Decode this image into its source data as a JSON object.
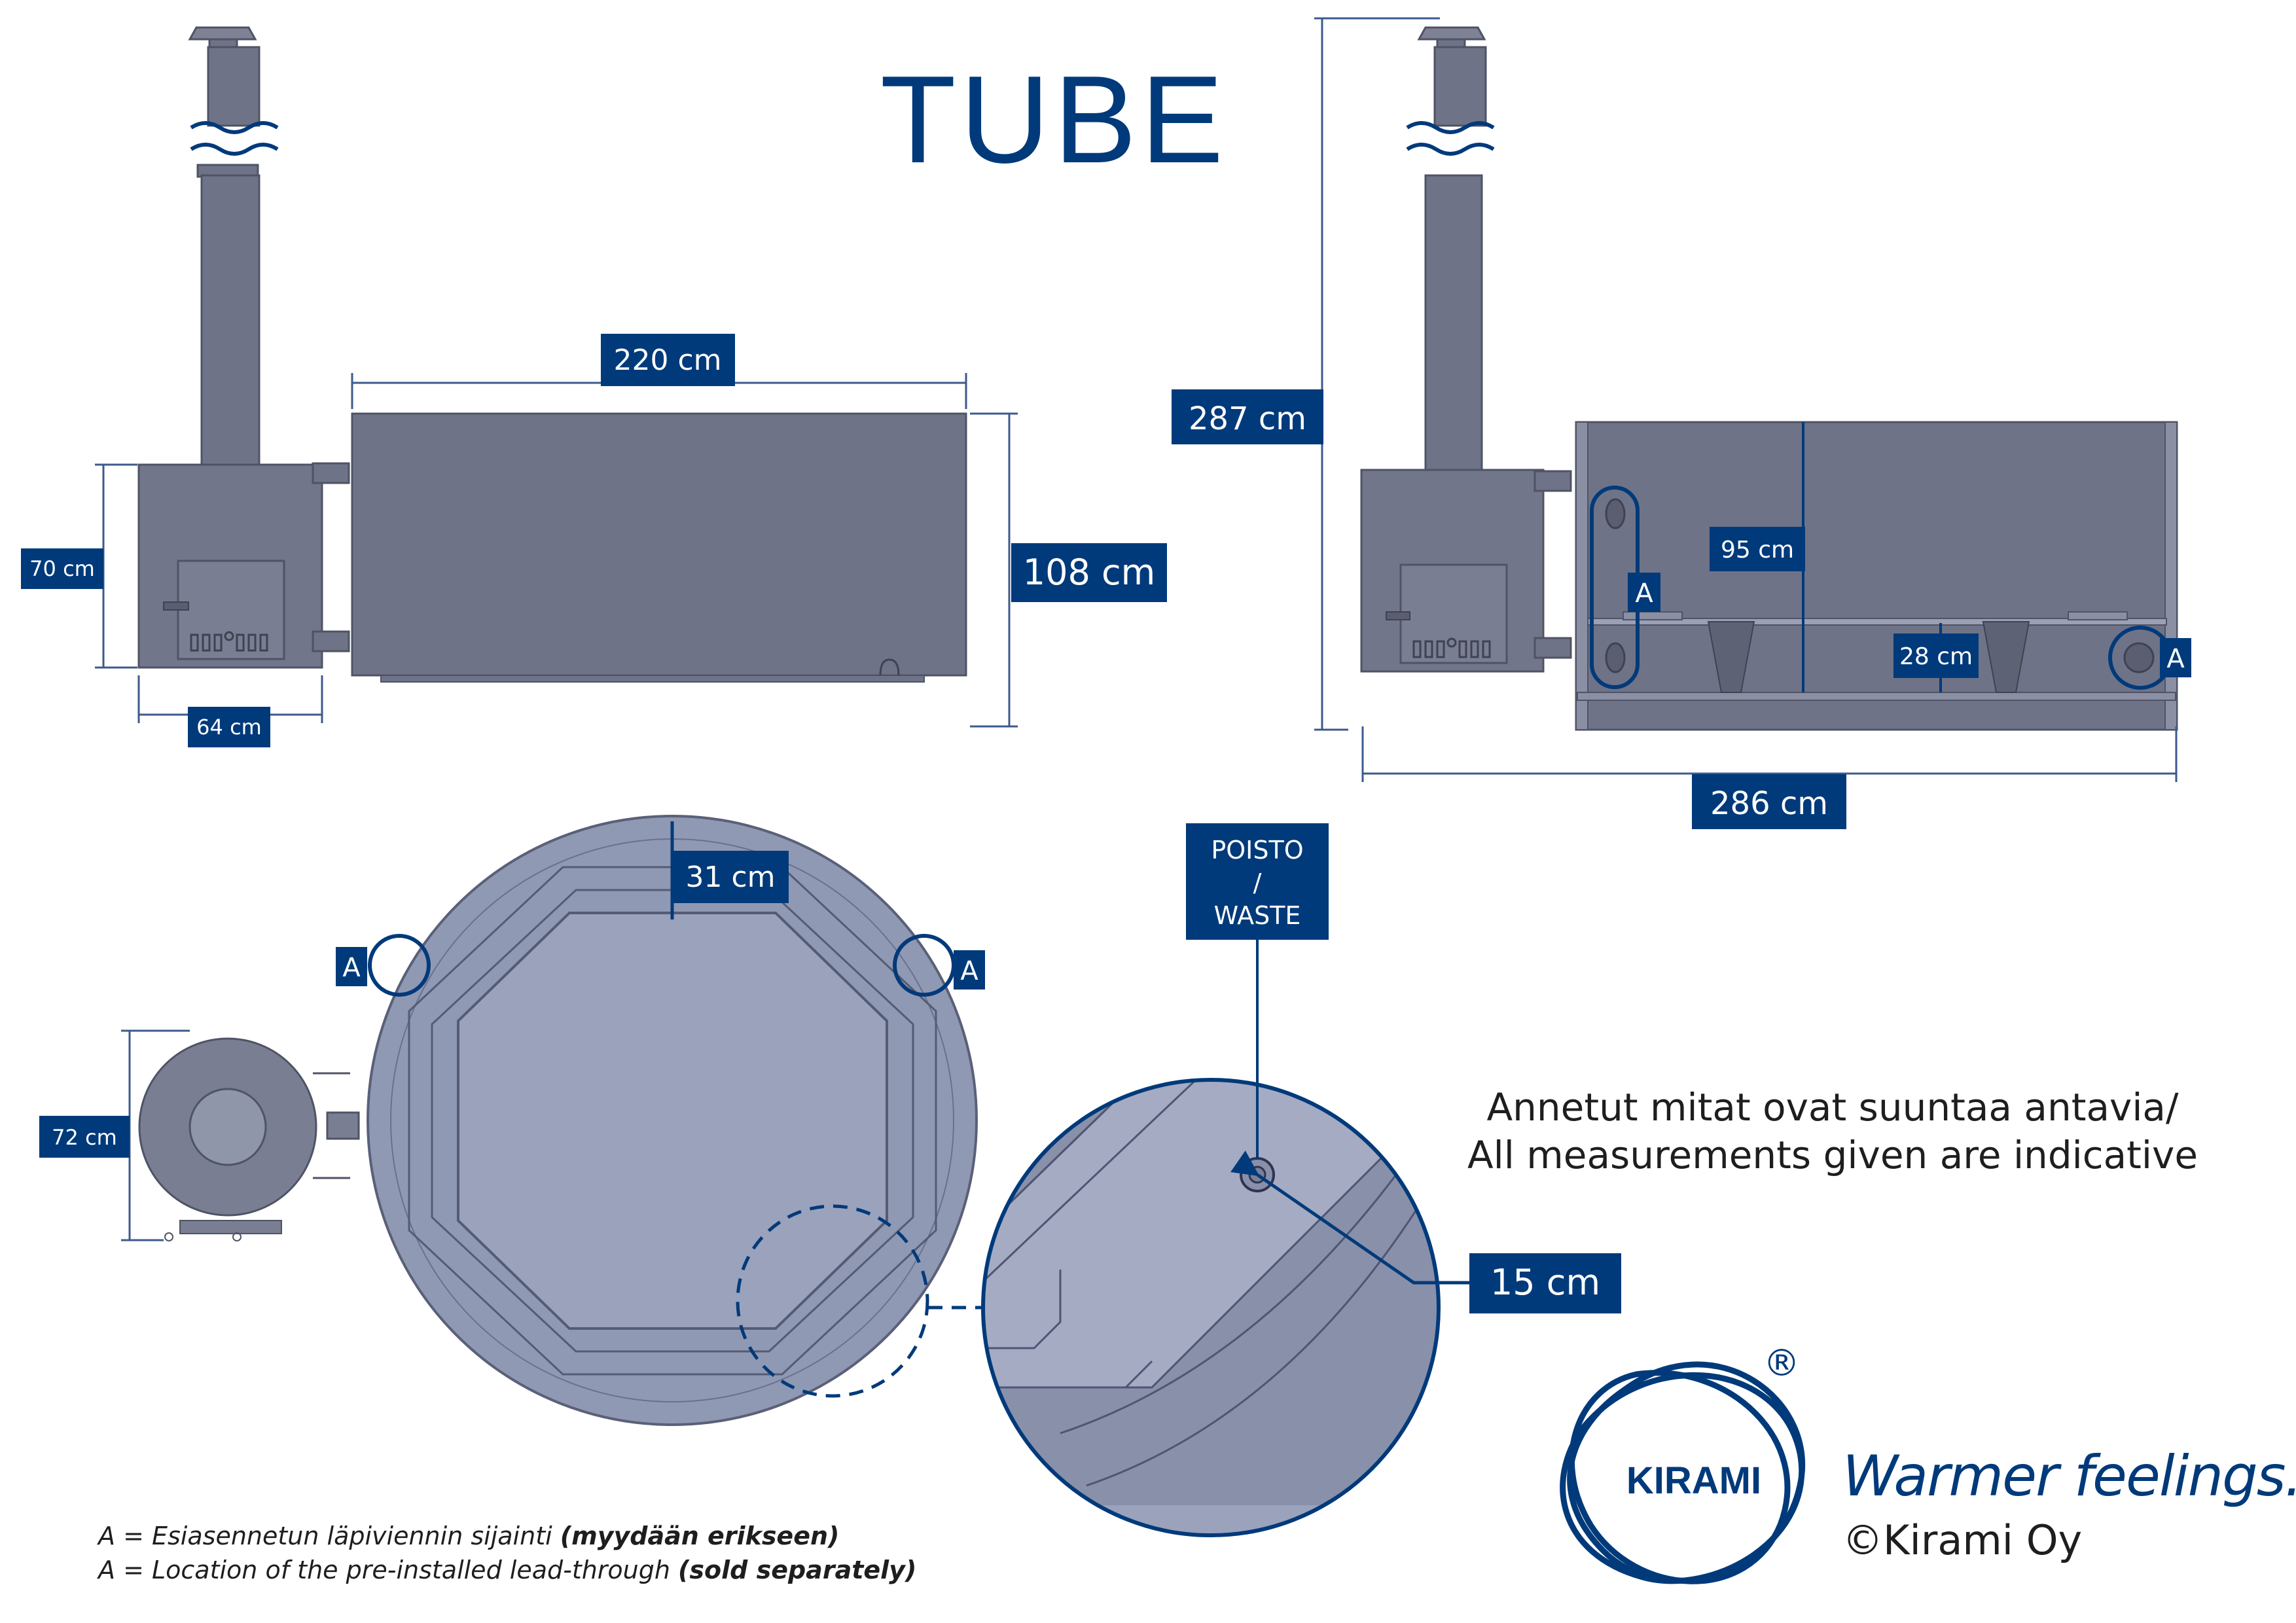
{
  "title": "TUBE",
  "colors": {
    "navy": "#003A7A",
    "body_fill": "#6F7387",
    "body_stroke": "#4F5365",
    "top_fill": "#9099B3",
    "top_stroke": "#5A6078",
    "dim_line": "#3C5A8C"
  },
  "dimensions": {
    "width_220": "220 cm",
    "height_108": "108 cm",
    "stove_height_70": "70 cm",
    "stove_width_64": "64 cm",
    "total_height_287": "287 cm",
    "inner_depth_95": "95 cm",
    "bench_28": "28 cm",
    "total_length_286": "286 cm",
    "wall_31": "31 cm",
    "stove_depth_72": "72 cm",
    "drain_15": "15 cm"
  },
  "markers": {
    "a": "A"
  },
  "drain": {
    "line1": "POISTO",
    "line2": "/",
    "line3": "WASTE"
  },
  "note": {
    "line1": "Annetut mitat ovat suuntaa antavia/",
    "line2": "All measurements given are indicative"
  },
  "footnote": {
    "fi_prefix": "A = Esiasennetun läpiviennin sijainti ",
    "fi_bold": "(myydään erikseen)",
    "en_prefix": "A = Location of the pre-installed lead-through ",
    "en_bold": "(sold separately)"
  },
  "brand": {
    "logo_text": "KIRAMI",
    "registered": "®",
    "slogan": "Warmer feelings.",
    "copyright": "©Kirami Oy"
  }
}
